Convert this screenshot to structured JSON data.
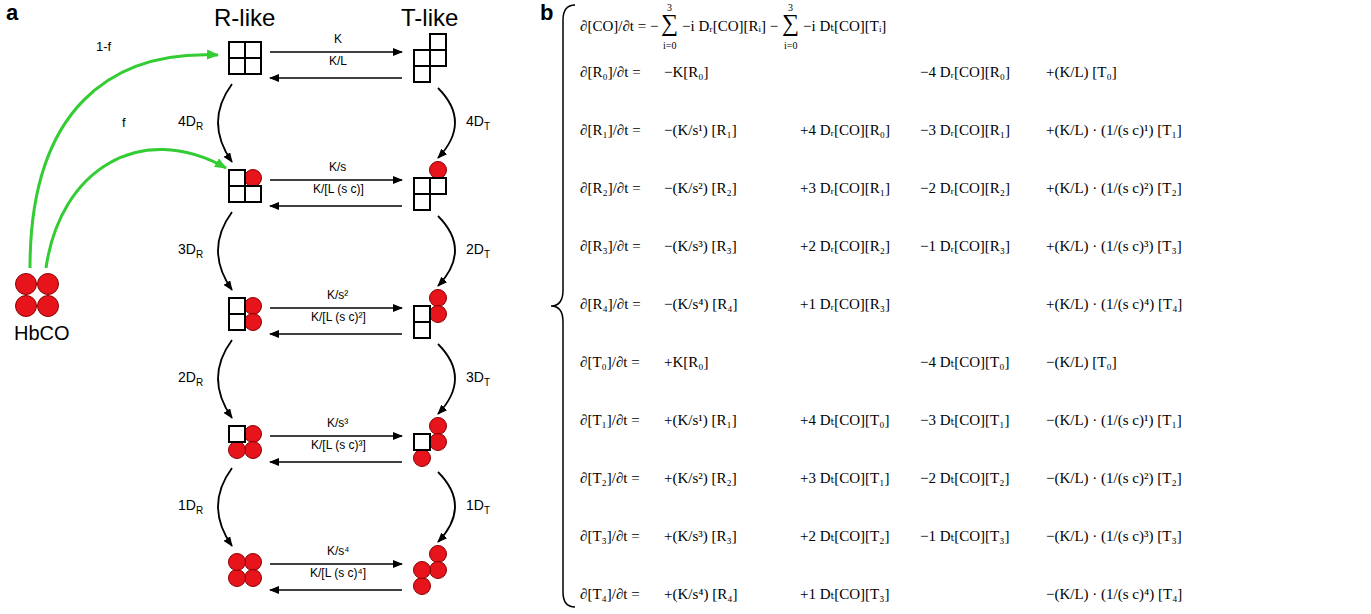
{
  "diagram": {
    "nodes": [
      {
        "text": [
          "HbCO"
        ]
      }
    ],
    "labels": [
      "a",
      "b",
      "R-like",
      "T-like",
      "1-f",
      "f",
      "K",
      "K/L",
      "K/s",
      "K/[L (s c)]",
      "K/s²",
      "K/[L (s c)²]",
      "K/s³",
      "K/[L (s c)³]",
      "K/s⁴",
      "K/[L (s c)⁴]",
      "4D",
      "R",
      "3D",
      "R",
      "2D",
      "R",
      "1D",
      "R",
      "4D",
      "T",
      "2D",
      "T",
      "3D",
      "T",
      "1D",
      "T",
      "∂[CO]/∂t = −",
      "∑",
      "3",
      "i=0",
      "−i Dᵣ[CO][Rᵢ] −",
      "∑",
      "3",
      "i=0",
      "−i Dₜ[CO][Tᵢ]",
      "∂[R₀]/∂t =",
      "−K[R₀]",
      "−4 Dᵣ[CO][R₀]",
      "+(K/L) [T₀]",
      "∂[R₁]/∂t =",
      "−(K/s¹) [R₁]",
      "+4 Dᵣ[CO][R₀]",
      "−3 Dᵣ[CO][R₁]",
      "+(K/L) · (1/(s c)¹) [T₁]",
      "∂[R₂]/∂t =",
      "−(K/s²) [R₂]",
      "+3 Dᵣ[CO][R₁]",
      "−2 Dᵣ[CO][R₂]",
      "+(K/L) · (1/(s c)²) [T₂]",
      "∂[R₃]/∂t =",
      "−(K/s³) [R₃]",
      "+2 Dᵣ[CO][R₂]",
      "−1 Dᵣ[CO][R₃]",
      "+(K/L) · (1/(s c)³) [T₃]",
      "∂[R₄]/∂t =",
      "−(K/s⁴) [R₄]",
      "+1 Dᵣ[CO][R₃]",
      "+(K/L) · (1/(s c)⁴) [T₄]",
      "∂[T₀]/∂t =",
      "+K[R₀]",
      "−4 Dₜ[CO][T₀]",
      "−(K/L) [T₀]",
      "∂[T₁]/∂t =",
      "+(K/s¹) [R₁]",
      "+4 Dₜ[CO][T₀]",
      "−3 Dₜ[CO][T₁]",
      "−(K/L) · (1/(s c)¹) [T₁]",
      "∂[T₂]/∂t =",
      "+(K/s²) [R₂]",
      "+3 Dₜ[CO][T₁]",
      "−2 Dₜ[CO][T₂]",
      "−(K/L) · (1/(s c)²) [T₂]",
      "∂[T₃]/∂t =",
      "+(K/s³) [R₃]",
      "+2 Dₜ[CO][T₂]",
      "−1 Dₜ[CO][T₃]",
      "−(K/L) · (1/(s c)³) [T₃]",
      "∂[T₄]/∂t =",
      "+(K/s⁴) [R₄]",
      "+1 Dₜ[CO][T₃]",
      "−(K/L) · (1/(s c)⁴) [T₄]"
    ]
  }
}
